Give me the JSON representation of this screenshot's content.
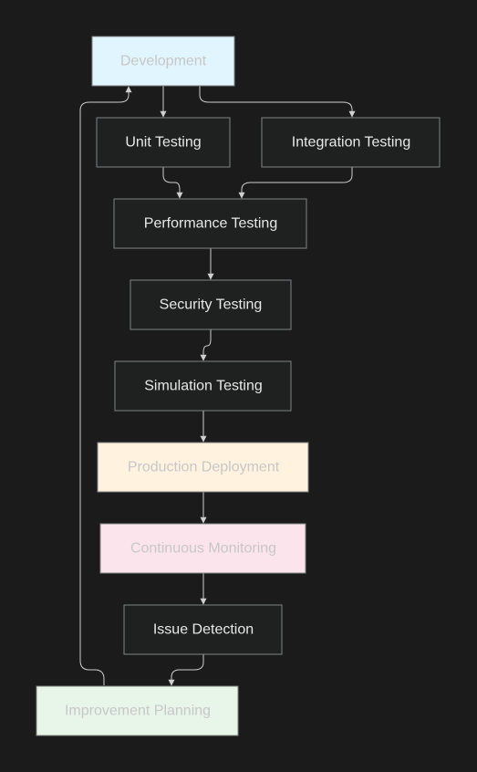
{
  "colors": {
    "background": "#1b1b1c",
    "node_fill": "#1f2020",
    "node_stroke": "#7f8384",
    "node_text": "#e8e8e8",
    "edge": "#cfcfcf",
    "development_fill": "#e1f5fe",
    "production_fill": "#fff3e0",
    "monitoring_fill": "#fce4ec",
    "improvement_fill": "#e8f5e9",
    "light_text": "#c7c7c7"
  },
  "nodes": {
    "development": "Development",
    "unit_testing": "Unit Testing",
    "integration_testing": "Integration Testing",
    "performance_testing": "Performance Testing",
    "security_testing": "Security Testing",
    "simulation_testing": "Simulation Testing",
    "production_deployment": "Production Deployment",
    "continuous_monitoring": "Continuous Monitoring",
    "issue_detection": "Issue Detection",
    "improvement_planning": "Improvement Planning"
  },
  "edges": [
    {
      "from": "development",
      "to": "unit_testing"
    },
    {
      "from": "development",
      "to": "integration_testing"
    },
    {
      "from": "unit_testing",
      "to": "performance_testing"
    },
    {
      "from": "integration_testing",
      "to": "performance_testing"
    },
    {
      "from": "performance_testing",
      "to": "security_testing"
    },
    {
      "from": "security_testing",
      "to": "simulation_testing"
    },
    {
      "from": "simulation_testing",
      "to": "production_deployment"
    },
    {
      "from": "production_deployment",
      "to": "continuous_monitoring"
    },
    {
      "from": "continuous_monitoring",
      "to": "issue_detection"
    },
    {
      "from": "issue_detection",
      "to": "improvement_planning"
    },
    {
      "from": "improvement_planning",
      "to": "development"
    }
  ]
}
